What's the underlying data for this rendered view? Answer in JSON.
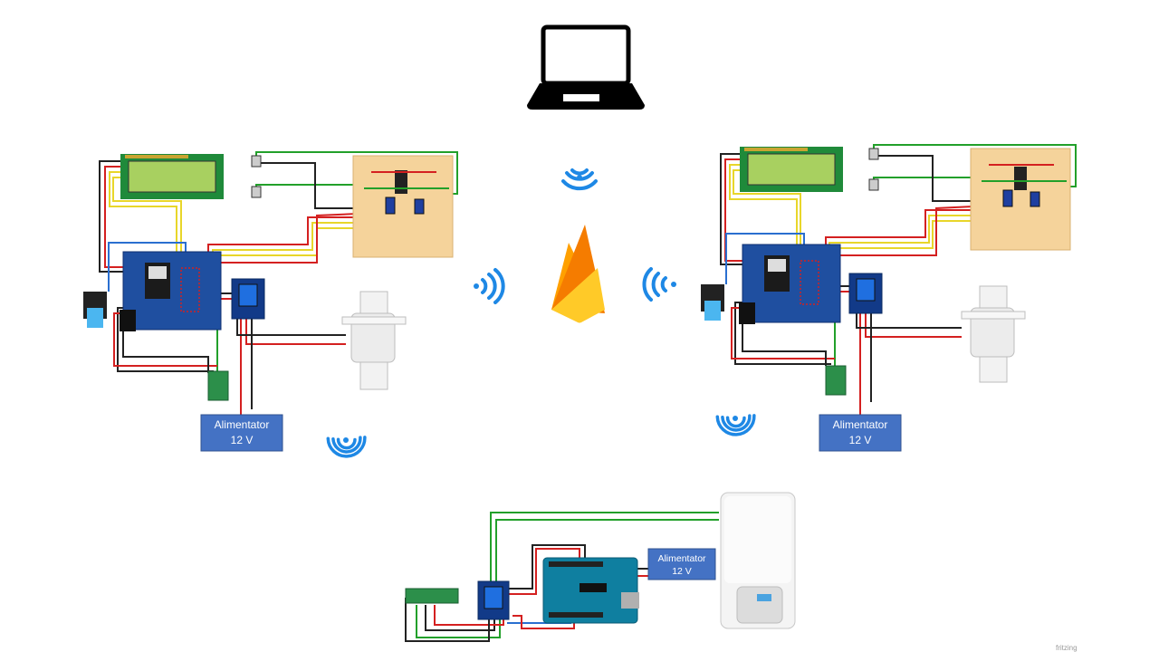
{
  "power_supplies": [
    {
      "line1": "Alimentator",
      "line2": "12 V"
    },
    {
      "line1": "Alimentator",
      "line2": "12 V"
    },
    {
      "line1": "Alimentator",
      "line2": "12 V"
    }
  ],
  "credit": "fritzing",
  "icons": {
    "laptop": "laptop-icon",
    "cloud": "firebase-icon",
    "wireless": "wifi-signal-icon"
  },
  "colors": {
    "psu_box": "#4472c4",
    "lcd_screen": "#a8d060",
    "board": "#1f4fa0",
    "perfboard": "#f5d39b",
    "wire_red": "#d42020",
    "wire_green": "#22a02a",
    "wire_yellow": "#e8d62a",
    "wire_black": "#222222",
    "wire_blue": "#2a6fd0",
    "signal": "#1e88e5"
  }
}
